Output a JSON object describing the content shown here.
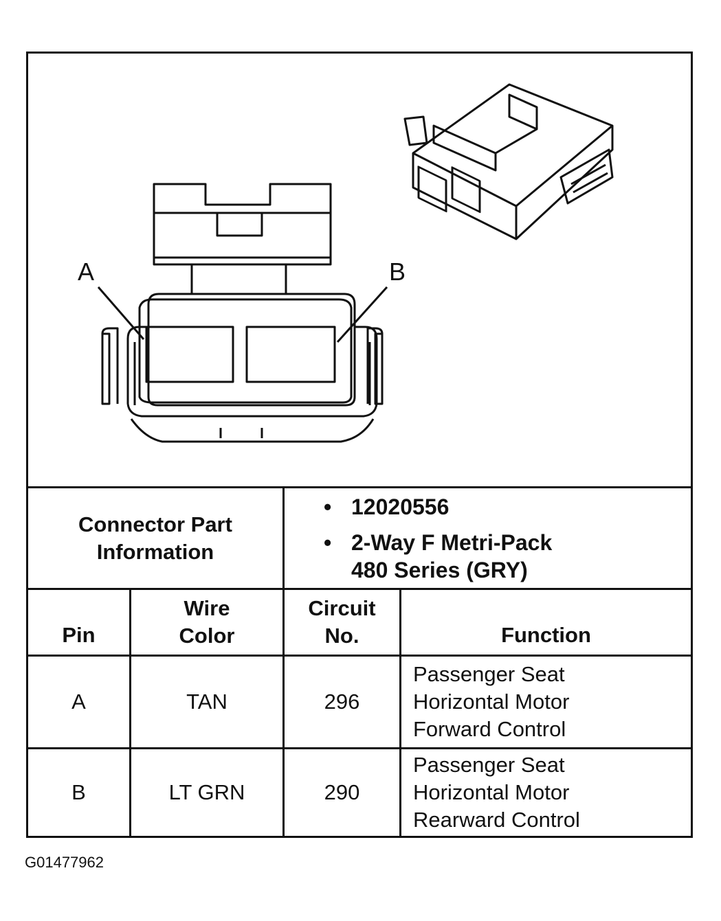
{
  "diagram": {
    "pin_labels": [
      "A",
      "B"
    ]
  },
  "part_info": {
    "label": "Connector Part\nInformation",
    "bullets": [
      "12020556",
      "2-Way F Metri-Pack\n480 Series (GRY)"
    ]
  },
  "table": {
    "headers": {
      "pin": "Pin",
      "wire_color": "Wire\nColor",
      "circuit": "Circuit\nNo.",
      "function": "Function"
    },
    "rows": [
      {
        "pin": "A",
        "wire_color": "TAN",
        "circuit": "296",
        "function": "Passenger Seat\nHorizontal Motor\nForward Control"
      },
      {
        "pin": "B",
        "wire_color": "LT GRN",
        "circuit": "290",
        "function": "Passenger Seat\nHorizontal Motor\nRearward Control"
      }
    ]
  },
  "figure_id": "G01477962"
}
